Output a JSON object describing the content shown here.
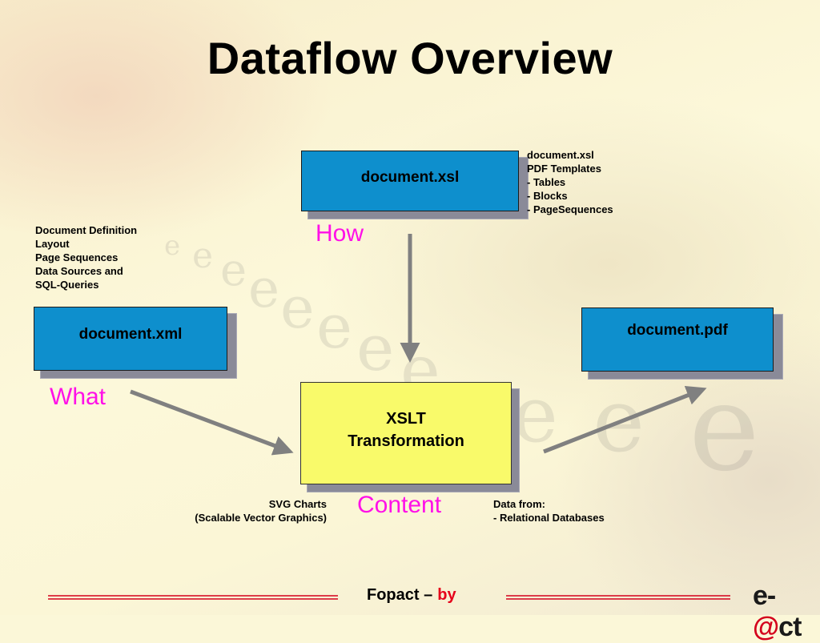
{
  "slide": {
    "title": "Dataflow Overview"
  },
  "nodes": {
    "xsl": {
      "label": "document.xsl"
    },
    "xml": {
      "label": "document.xml"
    },
    "pdf": {
      "label": "document.pdf"
    },
    "xslt": {
      "line1": "XSLT",
      "line2": "Transformation"
    }
  },
  "labels": {
    "how": "How",
    "what": "What",
    "content": "Content"
  },
  "notes": {
    "xsl_notes": [
      "document.xsl",
      "PDF Templates",
      "- Tables",
      "- Blocks",
      "- PageSequences"
    ],
    "xml_notes": [
      "Document Definition",
      "Layout",
      "Page Sequences",
      "Data Sources and",
      "SQL-Queries"
    ],
    "svg_notes": [
      "SVG Charts",
      "(Scalable Vector Graphics)"
    ],
    "data_notes": [
      "Data from:",
      "- Relational Databases"
    ]
  },
  "footer": {
    "text": "Fopact –",
    "by": "by",
    "logo_prefix": "e-",
    "logo_at": "@",
    "logo_suffix": "ct"
  },
  "colors": {
    "blue_box": "#0e8fcd",
    "yellow_box": "#f9fa6a",
    "magenta_label": "#ff10e8",
    "arrow": "#808080",
    "footer_line": "#d4001c"
  }
}
